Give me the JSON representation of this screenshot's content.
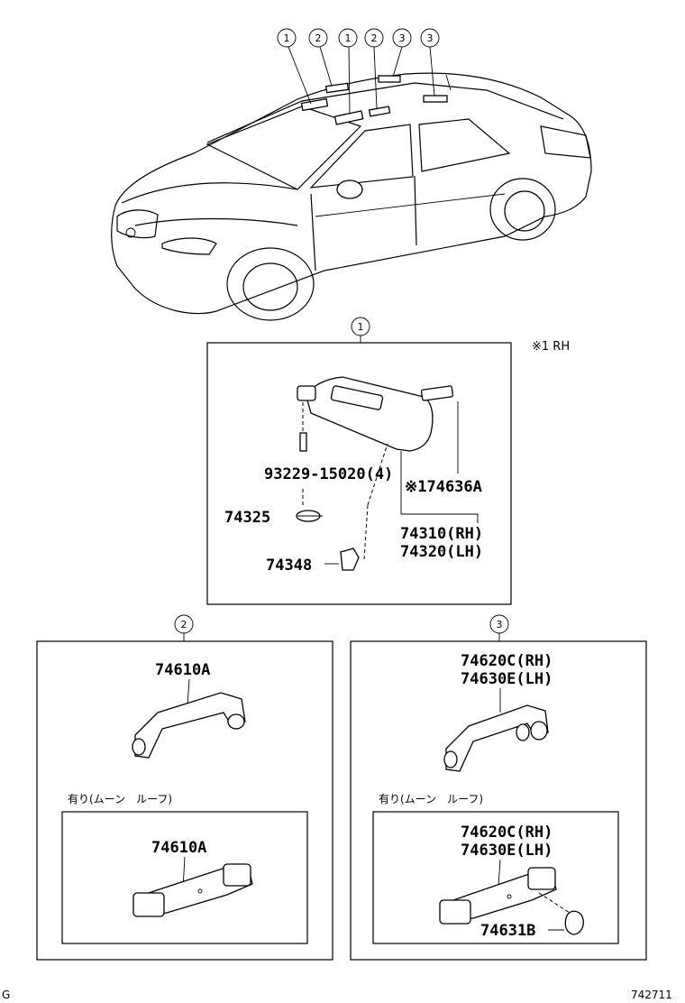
{
  "callouts": {
    "top": [
      "1",
      "2",
      "1",
      "2",
      "3",
      "3"
    ],
    "section1": "1",
    "section2": "2",
    "section3": "3"
  },
  "note_rh": "※1 RH",
  "section1": {
    "screw": "93229-15020(4)",
    "ref_a": "※174636A",
    "visor_rh": "74310(RH)",
    "visor_lh": "74320(LH)",
    "washer": "74325",
    "holder": "74348"
  },
  "section2": {
    "grip_upper": "74610A",
    "moonroof_note": "有り(ムーン　ルーフ)",
    "grip_lower": "74610A"
  },
  "section3": {
    "grip_upper_rh": "74620C(RH)",
    "grip_upper_lh": "74630E(LH)",
    "moonroof_note": "有り(ムーン　ルーフ)",
    "grip_lower_rh": "74620C(RH)",
    "grip_lower_lh": "74630E(LH)",
    "clip": "74631B"
  },
  "footer": {
    "left": "G",
    "right": "742711"
  }
}
